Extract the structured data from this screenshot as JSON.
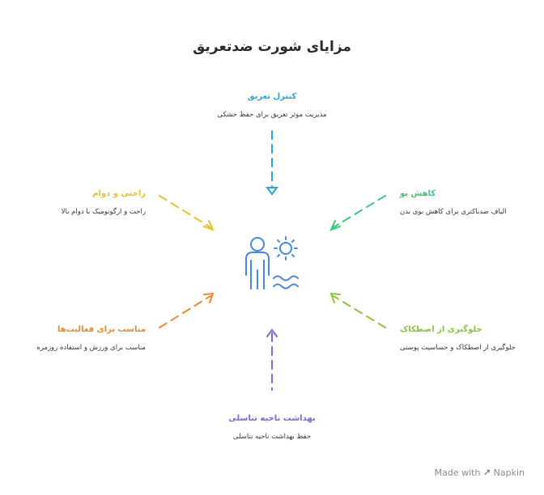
{
  "title": "مزایای شورت ضدتعریق",
  "nodes": {
    "top": {
      "title": "کنترل تعریق",
      "desc": "مدیریت موثر تعریق برای حفظ خشکی",
      "color": "#29a5d8"
    },
    "top_left": {
      "title": "راحتی و دوام",
      "desc": "راحت و ارگونومیک با دوام بالا",
      "color": "#e3c22d"
    },
    "top_right": {
      "title": "کاهش بو",
      "desc": "الیاف ضدباکتری برای کاهش بوی بدن",
      "color": "#3ec77c"
    },
    "mid_left": {
      "title": "مناسب برای فعالیت‌ها",
      "desc": "مناسب برای ورزش و استفاده روزمره",
      "color": "#e58a35"
    },
    "mid_right": {
      "title": "جلوگیری از اصطکاک",
      "desc": "جلوگیری از اصطکاک و حساسیت پوستی",
      "color": "#8ec23f"
    },
    "bottom": {
      "title": "بهداشت ناحیه تناسلی",
      "desc": "حفظ بهداشت ناحیه تناسلی",
      "color": "#7e67d9"
    }
  },
  "center_icon": {
    "name": "person-sun-water-icon",
    "color": "#4a86e8"
  },
  "branding": {
    "prefix": "Made with",
    "name": "Napkin"
  }
}
